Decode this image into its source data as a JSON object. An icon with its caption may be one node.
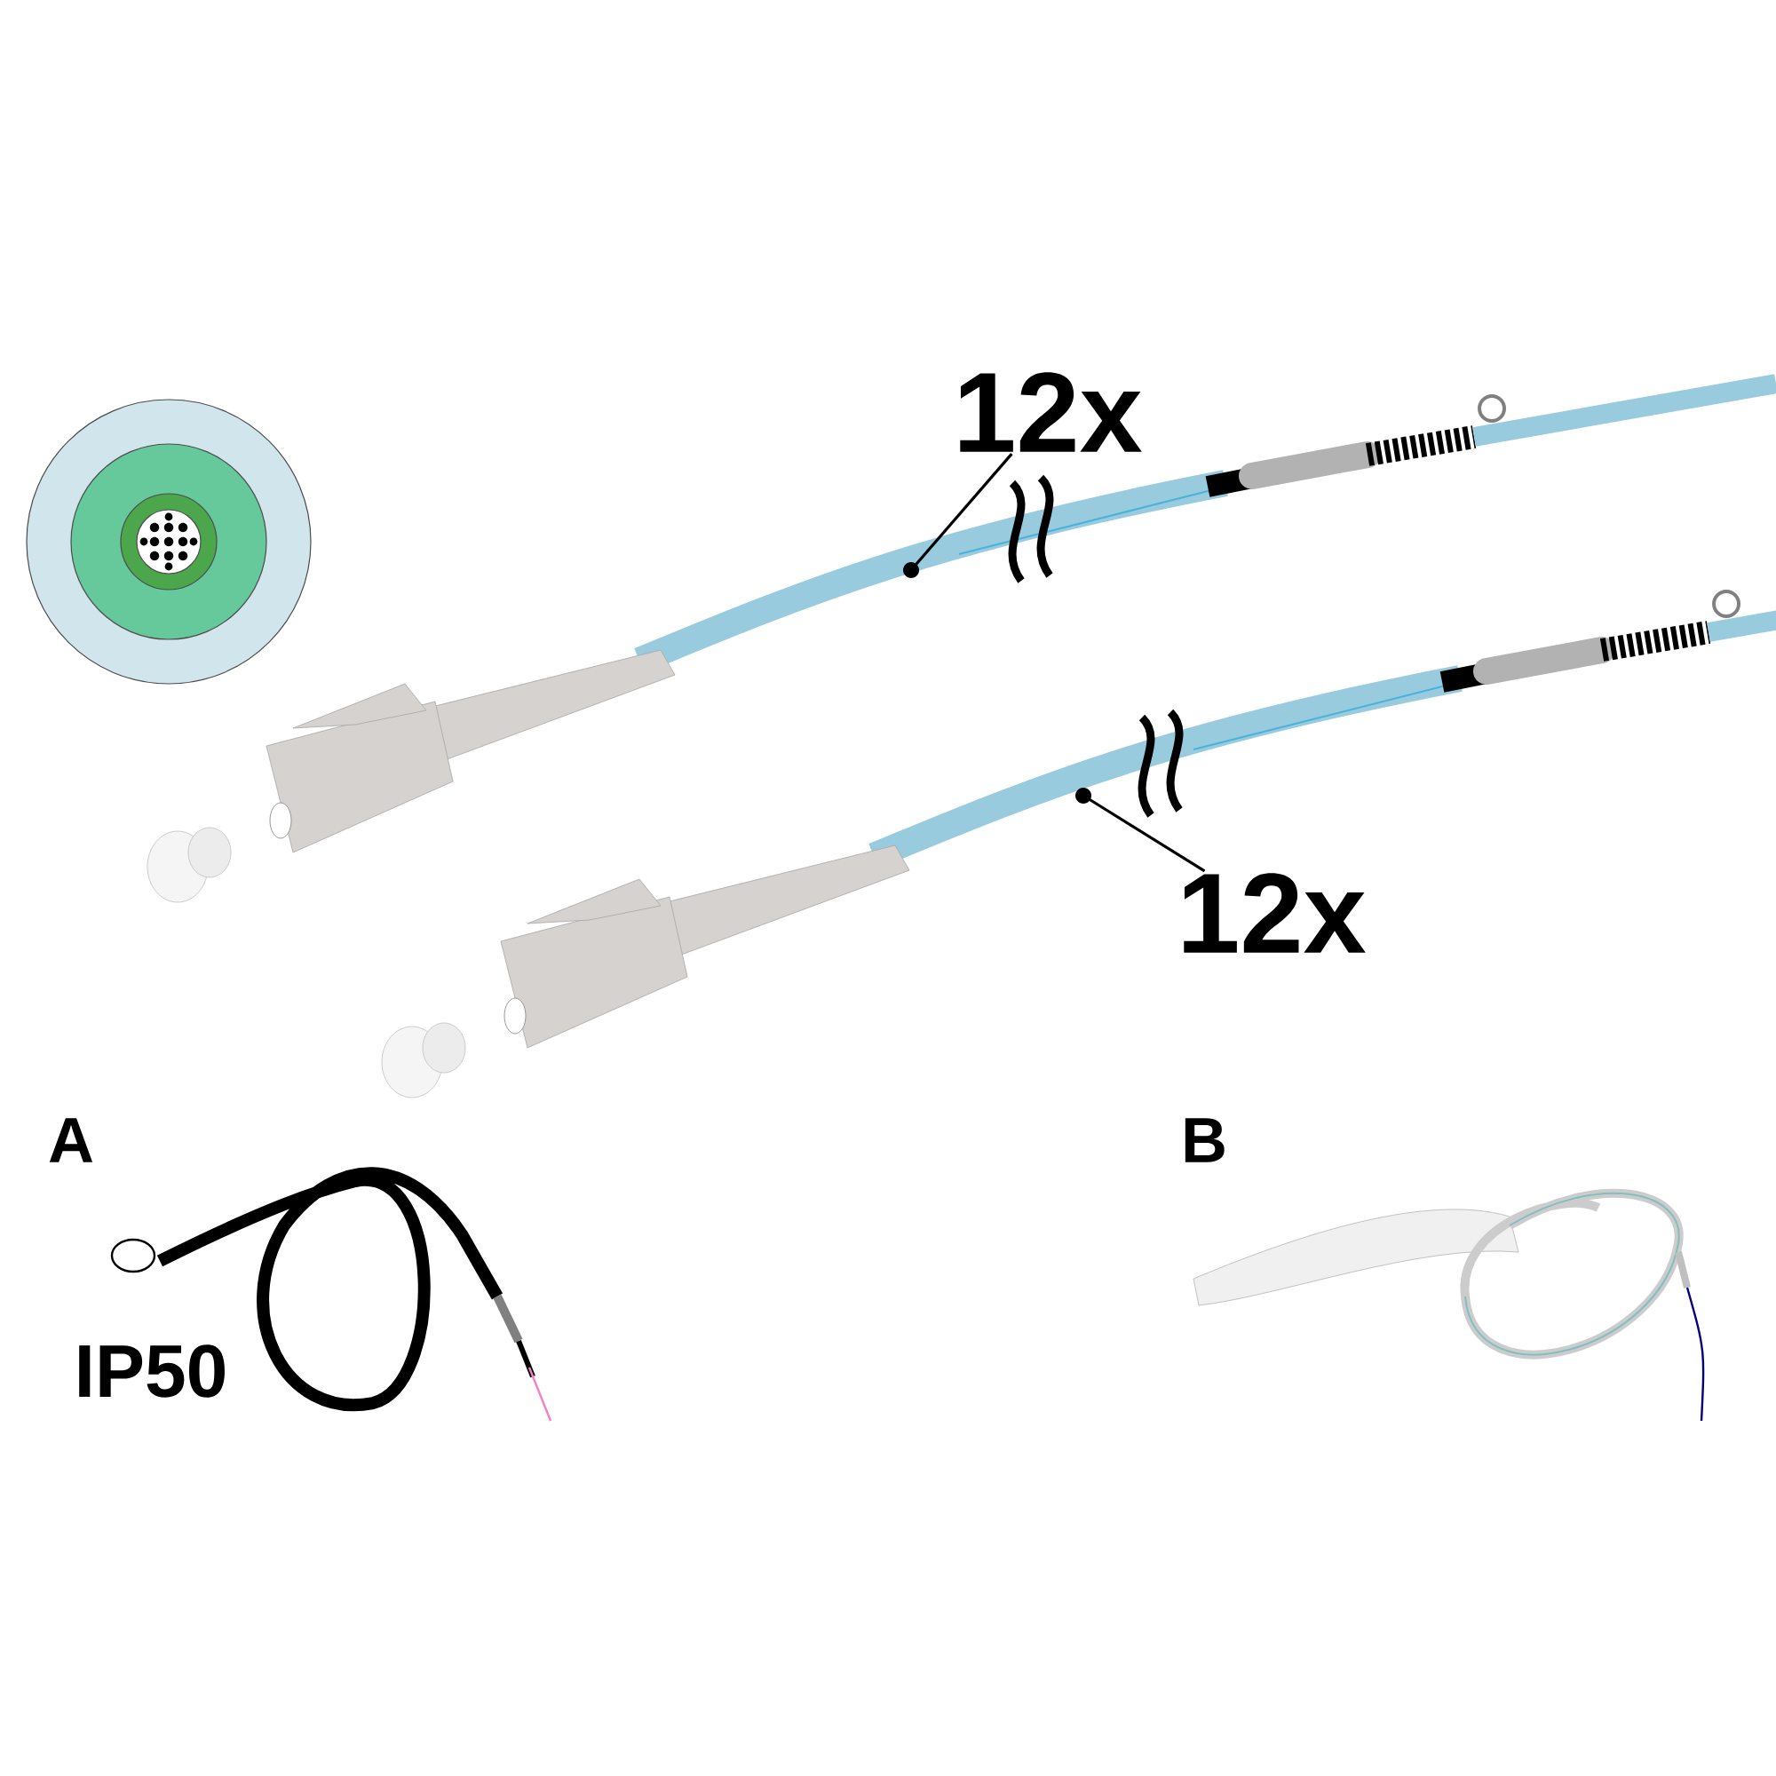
{
  "diagram": {
    "nodes": [
      {
        "text": [
          "12x"
        ]
      },
      {
        "text": [
          "12x"
        ]
      }
    ],
    "edges": [
      {
        "from": 0,
        "to": null,
        "arrow": "other"
      },
      {
        "from": 1,
        "to": null,
        "arrow": "other"
      }
    ],
    "labels": [
      "A",
      "B",
      "IP50"
    ]
  }
}
